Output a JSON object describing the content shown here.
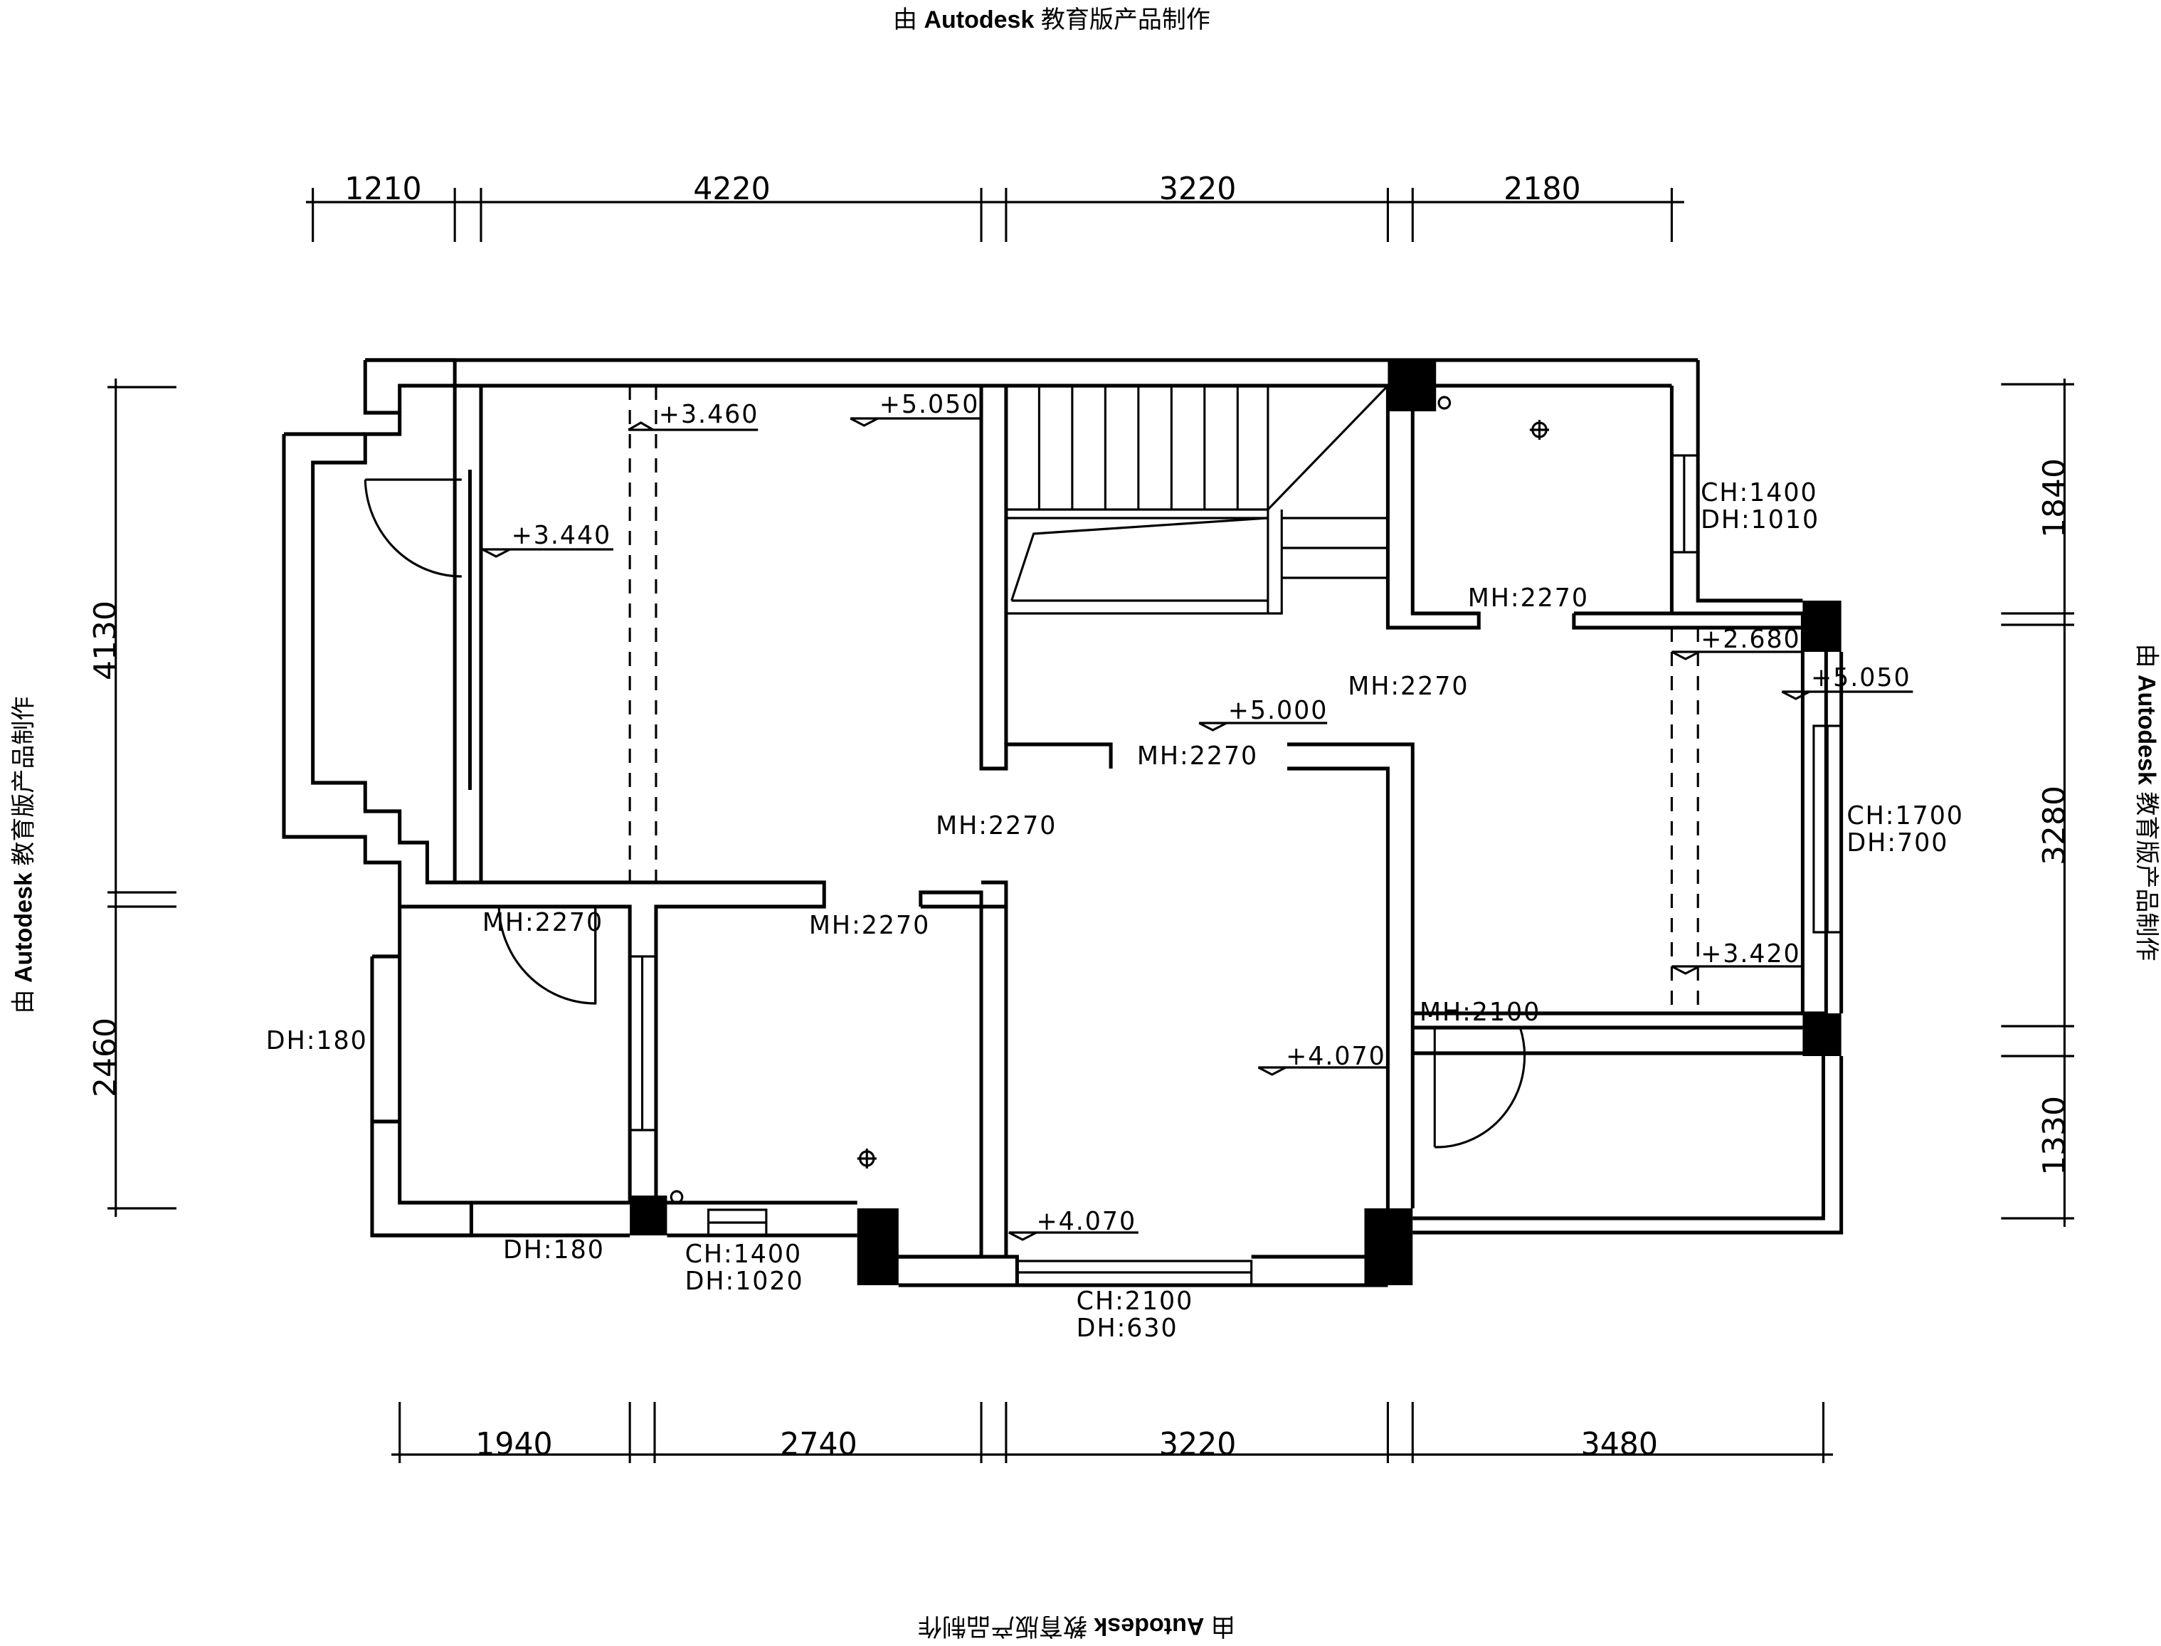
{
  "watermark": {
    "prefix": "由",
    "brand": "Autodesk",
    "suffix": "教育版产品制作"
  },
  "dimensions": {
    "top": [
      "1210",
      "4220",
      "3220",
      "2180"
    ],
    "bottom": [
      "1940",
      "2740",
      "3220",
      "3480"
    ],
    "left": [
      "4130",
      "2460"
    ],
    "right": [
      "1840",
      "3280",
      "1330"
    ]
  },
  "levels": {
    "l1": "+3.460",
    "l2": "+5.050",
    "l3": "+3.440",
    "l4": "+2.680",
    "l5": "+5.050",
    "l6": "+5.000",
    "l7": "+3.420",
    "l8": "+4.070",
    "l9": "+4.070"
  },
  "openings": {
    "mh1": "MH:2270",
    "mh2": "MH:2270",
    "mh3": "MH:2270",
    "mh4": "MH:2270",
    "mh5": "MH:2270",
    "mh6": "MH:2270",
    "mh7": "MH:2100",
    "dh1": "DH:180",
    "dh2": "DH:180"
  },
  "windows": {
    "w1_ch": "CH:1400",
    "w1_dh": "DH:1010",
    "w2_ch": "CH:1700",
    "w2_dh": "DH:700",
    "w3_ch": "CH:1400",
    "w3_dh": "DH:1020",
    "w4_ch": "CH:2100",
    "w4_dh": "DH:630"
  }
}
